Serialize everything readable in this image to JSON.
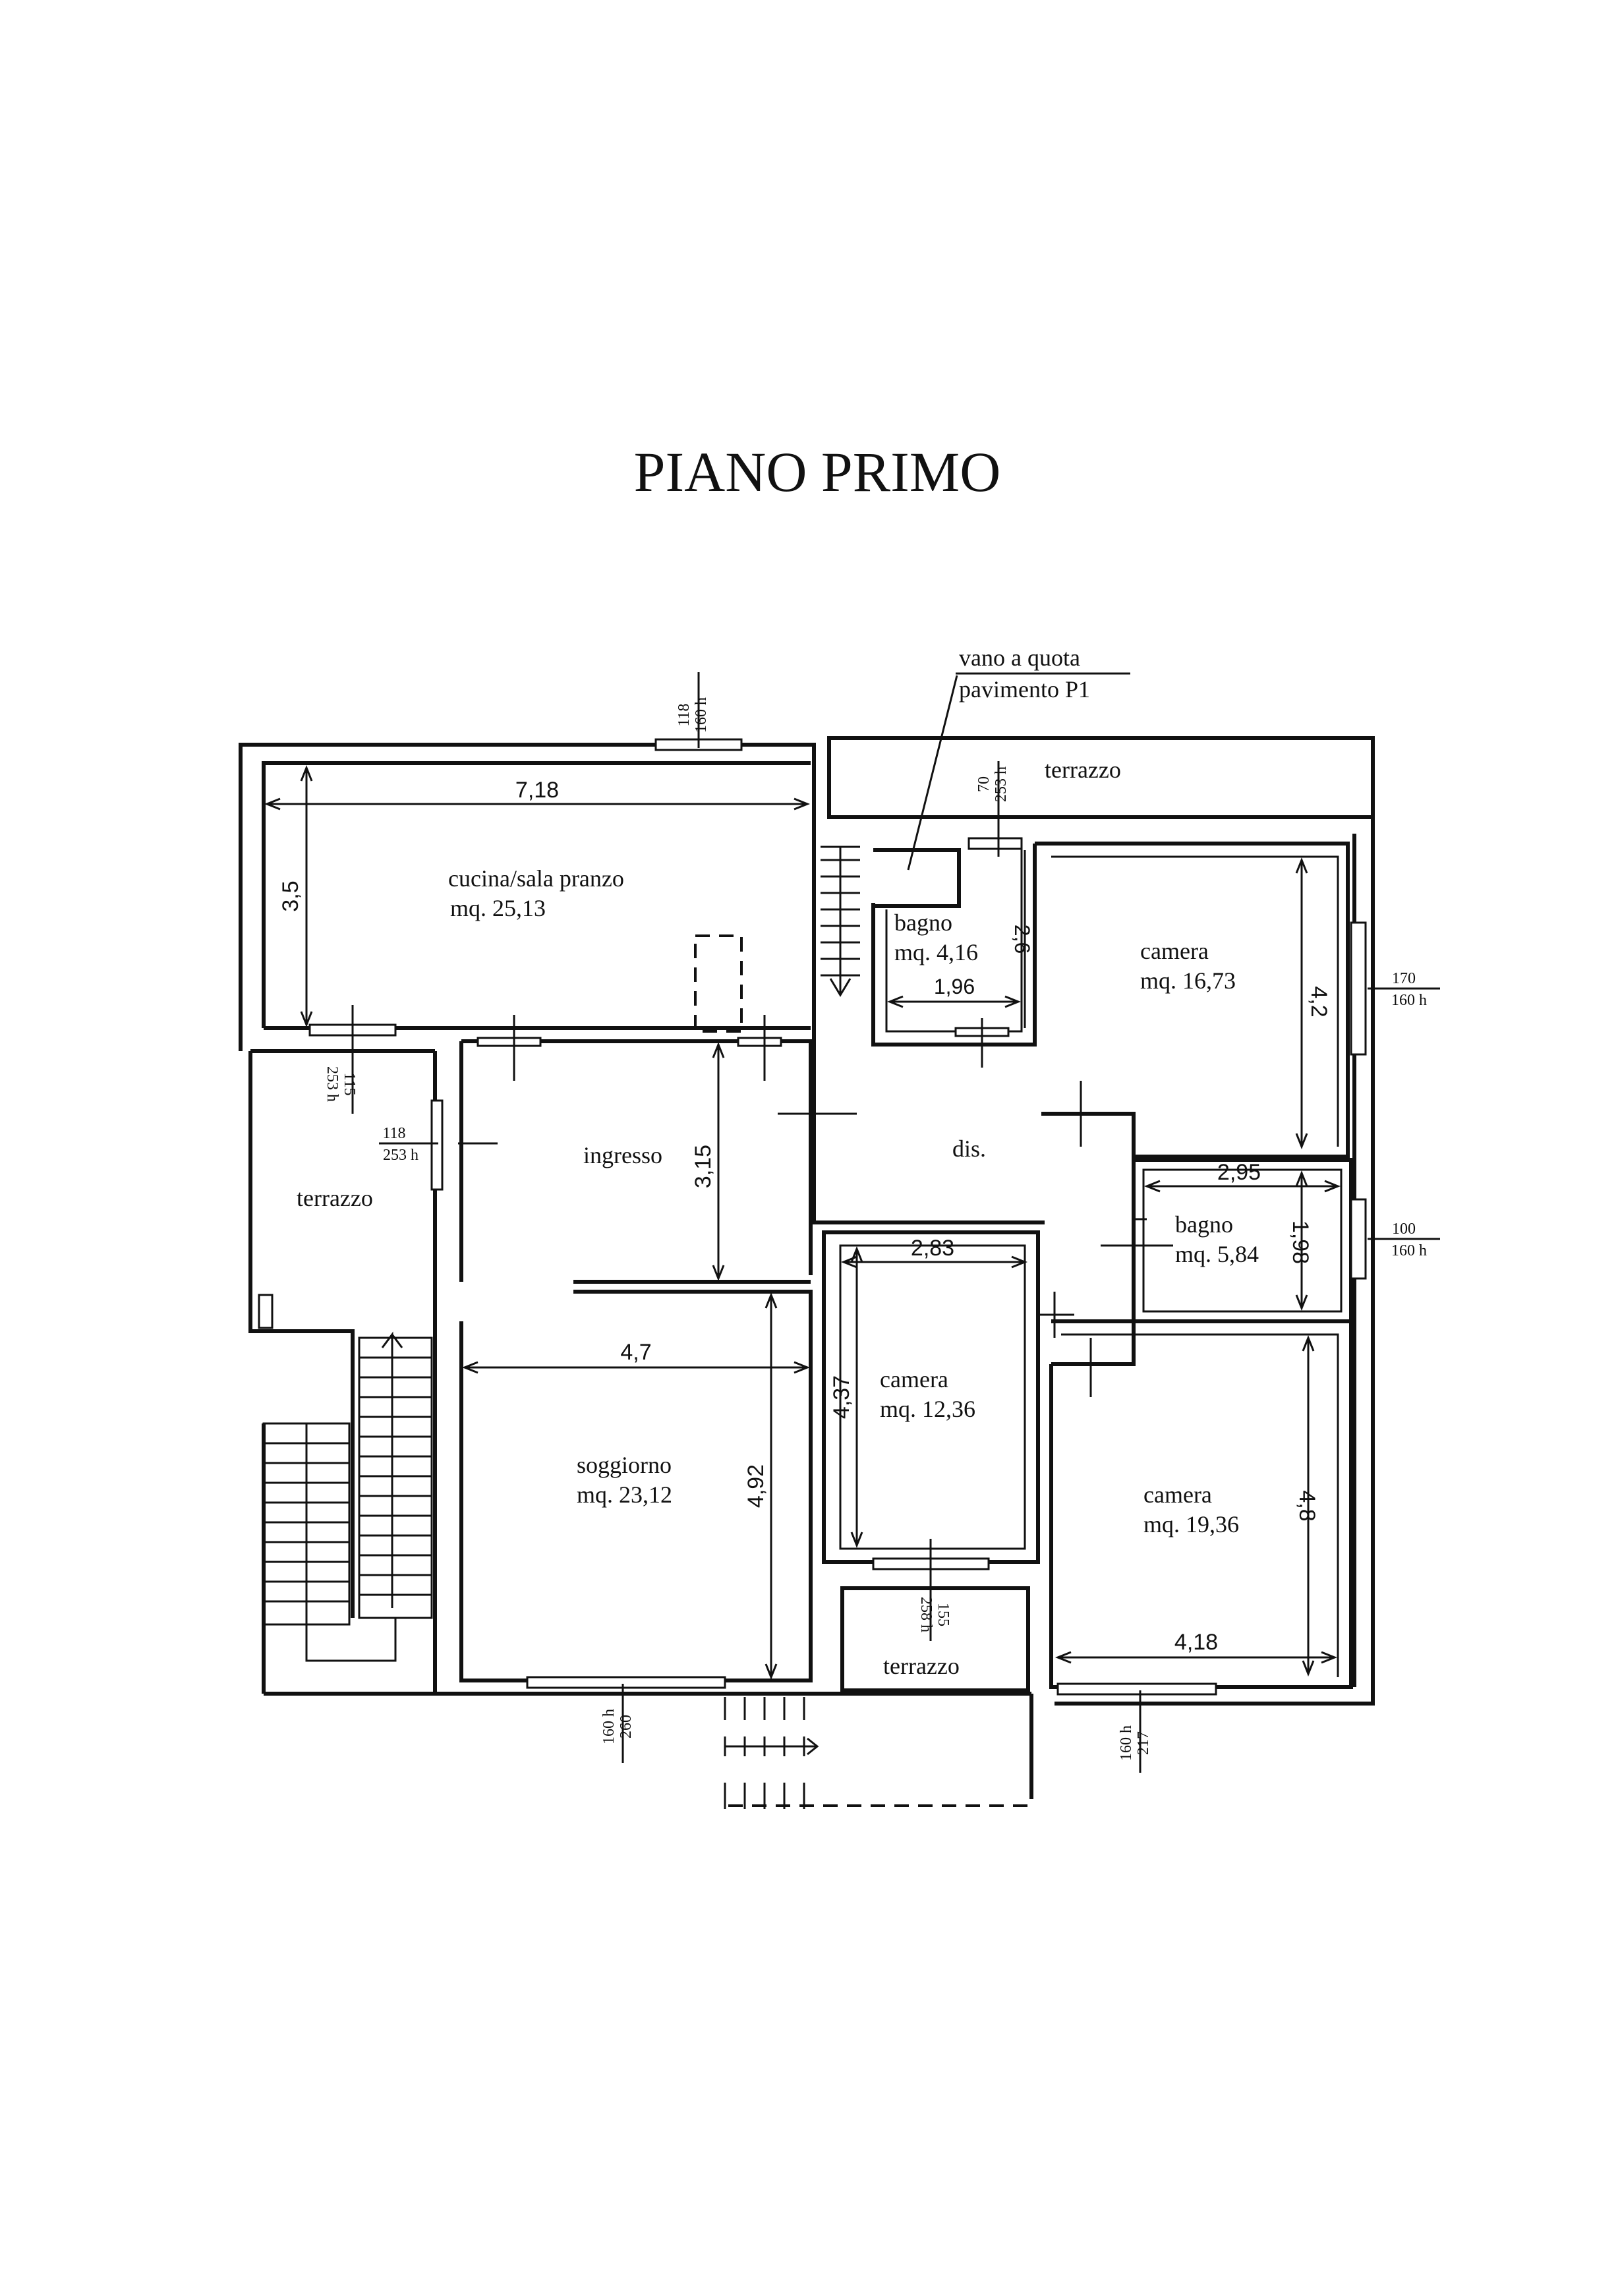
{
  "title": "PIANO PRIMO",
  "note": {
    "line1": "vano a quota",
    "line2": "pavimento P1"
  },
  "rooms": {
    "cucina": {
      "name": "cucina/sala pranzo",
      "area": "mq. 25,13"
    },
    "ingresso": {
      "name": "ingresso"
    },
    "terrazzo_west": {
      "name": "terrazzo"
    },
    "terrazzo_north": {
      "name": "terrazzo"
    },
    "terrazzo_south": {
      "name": "terrazzo"
    },
    "soggiorno": {
      "name": "soggiorno",
      "area": "mq. 23,12"
    },
    "bagno1": {
      "name": "bagno",
      "area": "mq. 4,16"
    },
    "camera1": {
      "name": "camera",
      "area": "mq. 16,73"
    },
    "dis": {
      "name": "dis."
    },
    "bagno2": {
      "name": "bagno",
      "area": "mq. 5,84"
    },
    "camera2": {
      "name": "camera",
      "area": "mq. 12,36"
    },
    "camera3": {
      "name": "camera",
      "area": "mq. 19,36"
    }
  },
  "dimensions": {
    "cucina_w": "7,18",
    "cucina_h": "3,5",
    "ingresso_h": "3,15",
    "soggiorno_w": "4,7",
    "soggiorno_h": "4,92",
    "bagno1_w": "1,96",
    "bagno1_h": "2,6",
    "camera1_h": "4,2",
    "bagno2_w": "2,95",
    "bagno2_h": "1,98",
    "camera2_w": "2,83",
    "camera2_h": "4,37",
    "camera3_h": "4,8",
    "camera3_w": "4,18"
  },
  "openings": {
    "w_top": {
      "a": "118",
      "b": "160 h"
    },
    "w_top_right": {
      "a": "70",
      "b": "253 h"
    },
    "w_east1": {
      "a": "170",
      "b": "160 h"
    },
    "w_east2": {
      "a": "100",
      "b": "160 h"
    },
    "w_cucina_door": {
      "a": "115",
      "b": "253 h"
    },
    "w_ingresso_door": {
      "a": "118",
      "b": "253 h"
    },
    "w_camera2_door": {
      "a": "155",
      "b": "258 h"
    },
    "w_bottom_left": {
      "a": "260",
      "b": "160 h"
    },
    "w_bottom_right": {
      "a": "217",
      "b": "160 h"
    }
  }
}
